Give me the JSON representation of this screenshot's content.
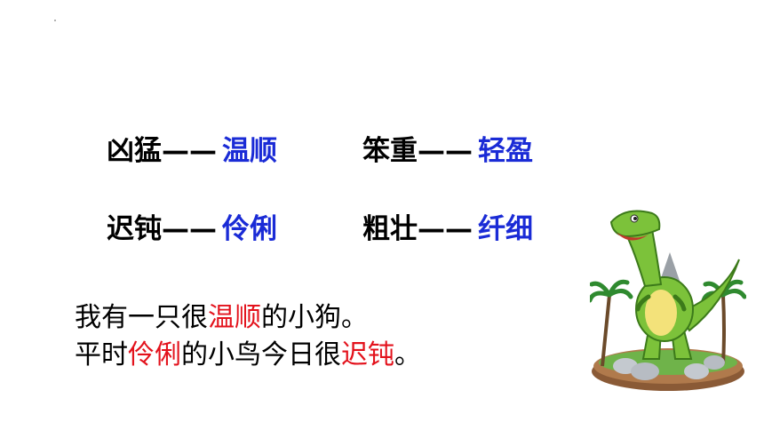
{
  "pairs": [
    {
      "word": "凶猛",
      "dash": "——",
      "answer": "温顺"
    },
    {
      "word": "笨重",
      "dash": "——",
      "answer": "轻盈"
    },
    {
      "word": "迟钝",
      "dash": "——",
      "answer": "伶俐"
    },
    {
      "word": "粗壮",
      "dash": "——",
      "answer": "纤细"
    }
  ],
  "sentences": [
    {
      "before": "我有一只很",
      "highlight": "温顺",
      "after": "的小狗。"
    },
    {
      "before": "平时",
      "highlight": "伶俐",
      "middle": "的小鸟今日很",
      "highlight2": "迟钝",
      "after": "。"
    }
  ],
  "colors": {
    "answer": "#1a2bd6",
    "highlight": "#e3121c"
  },
  "illustration": "dinosaur-icon"
}
